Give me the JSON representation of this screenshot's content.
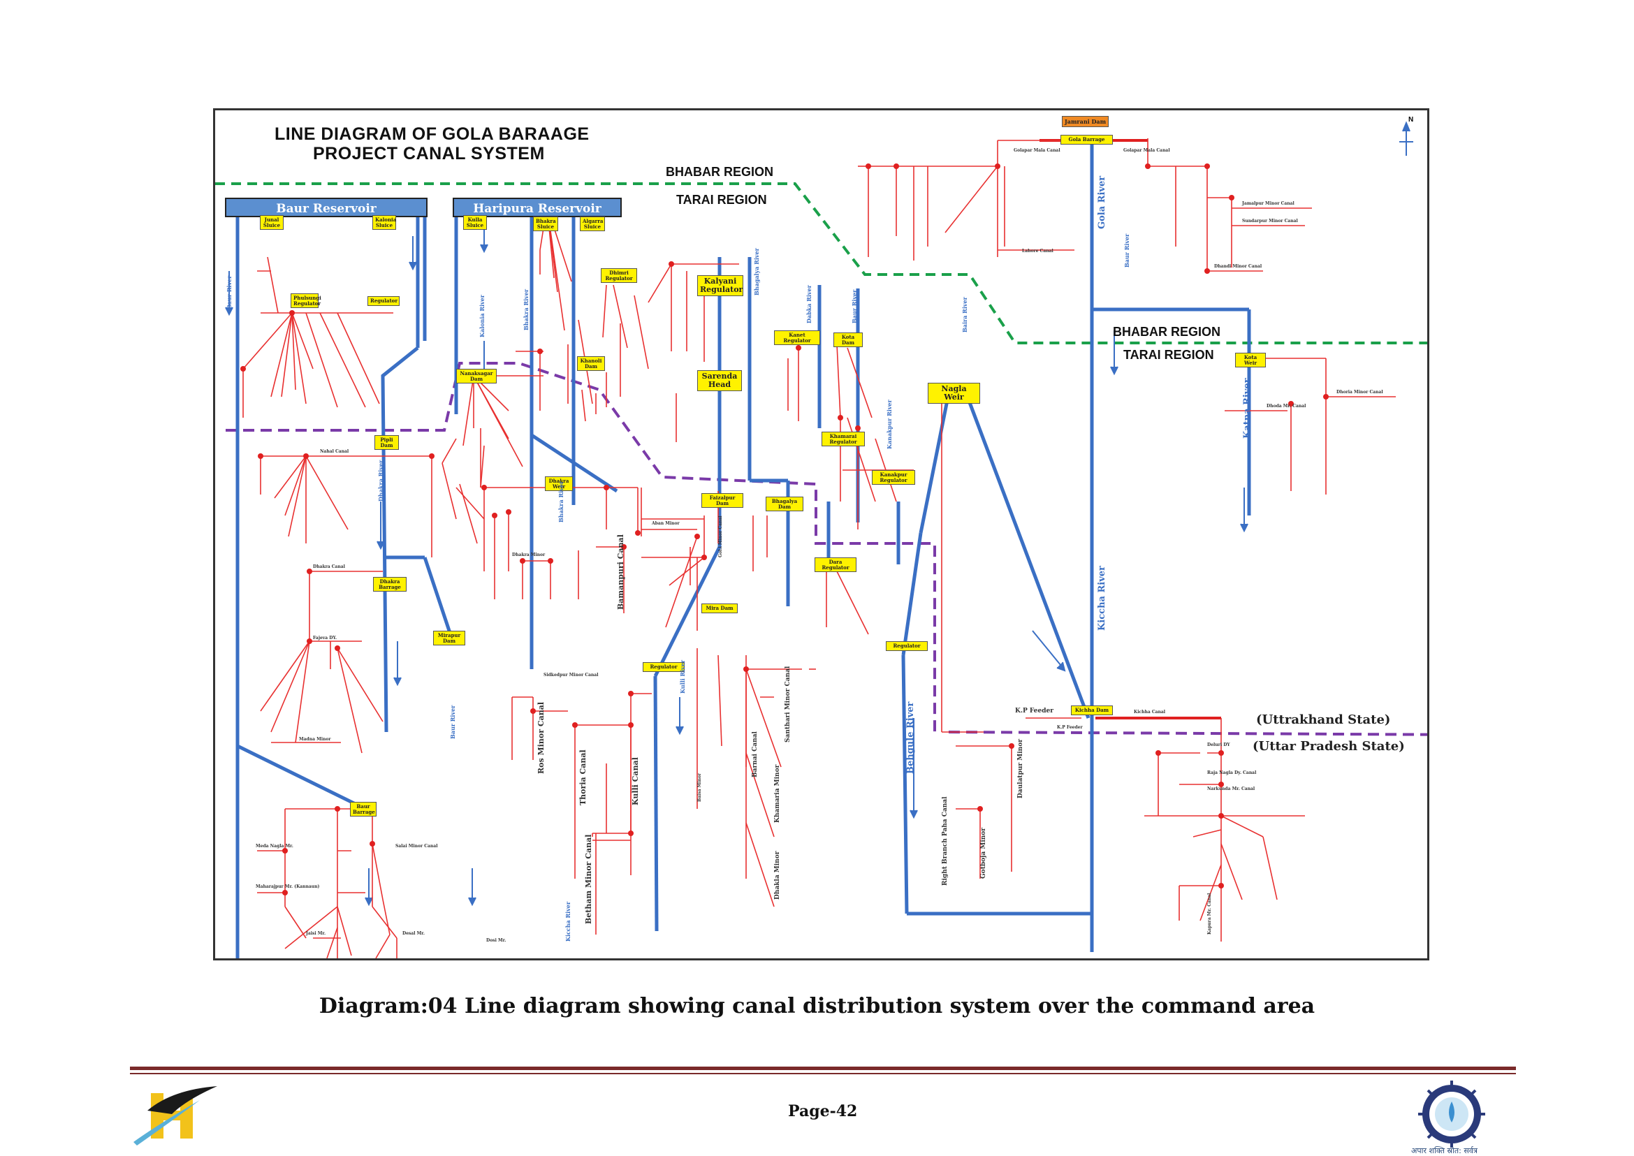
{
  "diagram": {
    "title_line1": "LINE DIAGRAM OF GOLA BARAAGE",
    "title_line2": "PROJECT CANAL SYSTEM",
    "regions": {
      "bhabar_left": "BHABAR REGION",
      "tarai_left": "TARAI REGION",
      "bhabar_right": "BHABAR REGION",
      "tarai_right": "TARAI REGION"
    },
    "reservoirs": {
      "baur": "Baur Reservoir",
      "haripura": "Haripura Reservoir"
    },
    "states": {
      "uttrakhand": "(Uttrakhand State)",
      "uttar_pradesh": "(Uttar Pradesh State)"
    },
    "north": "N",
    "dams": {
      "jamrani": "Jamrani Dam",
      "gola": "Gola Barrage",
      "kalyani": "Kalyani Regulator",
      "sarenda": "Sarenda Head",
      "kanet": "Kanet Regulator",
      "kota": "Kota Dam",
      "nagla": "Nagla Weir",
      "khamarai": "Khamarai Regulator",
      "kanakpur": "Kanakpur Regulator",
      "faizalpur": "Faizalpur Dam",
      "bhagalya": "Bhagalya Dam",
      "dara": "Dara Regulator",
      "regulator_mid": "Regulator",
      "regulator_right": "Regulator",
      "kichha": "Kichha Dam",
      "nanak_sagar": "Nanaksagar Dam",
      "pipli": "Pipli Dam",
      "dhakra_barrage": "Dhakra Barrage",
      "mirapur": "Mirapur Dam",
      "dhakra_weir": "Dhakra Weir",
      "dhimri": "Dhimri Regulator",
      "khanoli": "Khanoli Dam",
      "mira_dam": "Mira Dam",
      "kota_regulator": "Kota Weir",
      "baur_barrage": "Baur Barrage",
      "phulsungi": "Phulsungi Regulator",
      "regulator_small": "Regulator",
      "jonali": "Junal Sluice",
      "kalonia": "Kalonia Sluice",
      "kulla": "Kulla Sluice",
      "bhakra_sluice": "Bhakra Sluice",
      "algarra": "Algarra Sluice"
    },
    "rivers": {
      "baur": "Baur River",
      "gola": "Gola River",
      "katna": "Katna River",
      "kiccha": "Kiccha River",
      "behgule": "Behgule River",
      "kulli": "Kulli River",
      "dhakra": "Dhakra River",
      "kalonia": "Kalonia River",
      "haripura_r": "Bhakra River",
      "bhagalya": "Bhagalya River",
      "dabka": "Dabka River",
      "kota": "Baur River",
      "kanakpur_r": "Kanakpur River",
      "bhakra_low": "Bhakra River",
      "baur_low": "Baur River",
      "nagla_r": "Baira River",
      "baur_r2": "Baur River",
      "kiccha_r2": "Kiccha River"
    },
    "canals": {
      "ros_minor": "Ros Minor Canal",
      "thoria": "Thoria Canal",
      "kulli_canal": "Kulli Canal",
      "betham": "Betham Minor Canal",
      "bamanpuri": "Bamanpuri Canal",
      "kp_feeder": "K.P Feeder",
      "kp_feeder2": "K.P Feeder",
      "kichha_canal": "Kichha Canal",
      "right_branch": "Right Branch Paha Canal",
      "gotboja": "Gotboja Minor",
      "dauhpur": "Daulatpur Minor",
      "barnai": "Barnai Canal",
      "santhari": "Santhari Minor Canal",
      "khamaria": "Khamaria Minor",
      "dhakla": "Dhakla Minor",
      "nahal": "Nahal Canal",
      "dhakra_canal": "Dhakra Canal",
      "fajeva": "Fajeva DY.",
      "madna": "Madna Minor",
      "dhakra_minor": "Dhakra Minor",
      "aban": "Aban Minor",
      "ganbh": "Gol.i Minor Canal",
      "lgh": "Lahore Canal",
      "gol_mala": "Golapar Mala Canal",
      "golapar2": "Golapar Mala Canal",
      "jamalpur": "Jamalpur Minor Canal",
      "sundarpur": "Sundarpur Minor Canal",
      "dhandi": "Dhandi Minor Canal",
      "dhoria": "Dhoria Minor Canal",
      "kapura": "Kapura Mr. Canal",
      "dosi": "Dosi Mr.",
      "dhoda": "Dhoda Mr. Canal",
      "silalpur": "Sidkedpur Minor Canal",
      "meda": "Meda Nagla Mr.",
      "maharajpur": "Maharajpur Mr. (Kannaun)",
      "salai": "Salai Minor Canal",
      "desal": "Desal Mr.",
      "jaisi": "Jaisi Mr.",
      "baisa": "Baisa Minor",
      "deluri": "Deluri DY",
      "raja_nagla": "Raja Nagla Dy. Canal",
      "narkunda": "Narkunda Mr. Canal"
    }
  }
}
